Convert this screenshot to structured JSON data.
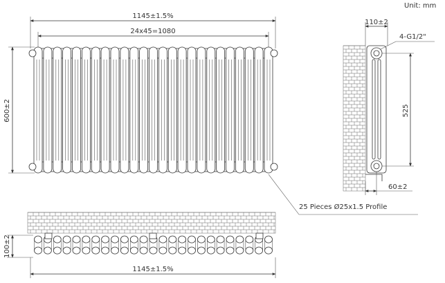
{
  "unit_label": "Unit: mm",
  "front_view": {
    "overall_width": "1145±1.5%",
    "centers_width": "24x45=1080",
    "height": "600±2",
    "columns": 25
  },
  "side_view": {
    "depth": "110±2",
    "connections": "4-G1/2\"",
    "pipe_centers": "525",
    "wall_gap": "60±2"
  },
  "callout": "25 Pieces Ø25x1.5 Profile",
  "plan_view": {
    "overall_width": "1145±1.5%",
    "depth": "100±2"
  }
}
